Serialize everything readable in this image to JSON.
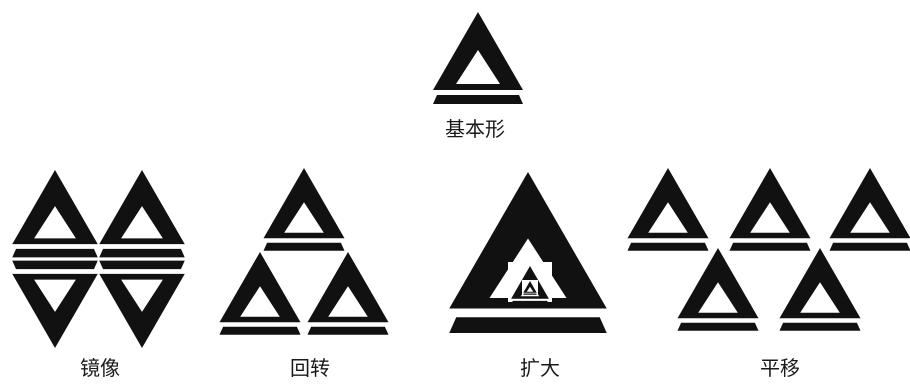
{
  "labels": {
    "basic": "基本形",
    "mirror": "镜像",
    "rotate": "回转",
    "enlarge": "扩大",
    "translate": "平移"
  },
  "colors": {
    "shape": "#111111",
    "background": "#ffffff"
  }
}
